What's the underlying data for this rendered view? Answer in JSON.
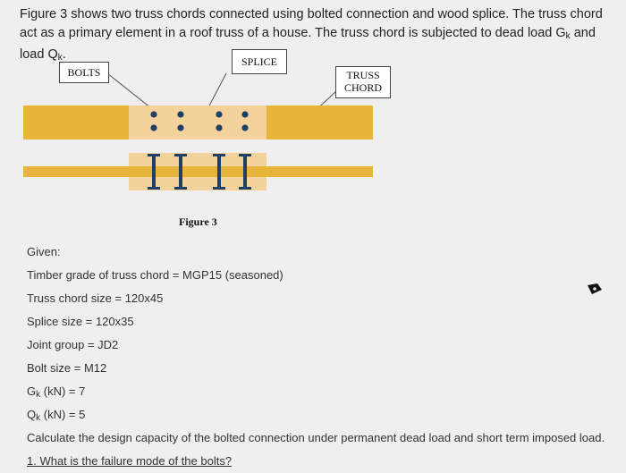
{
  "intro": {
    "text_part1": "Figure 3 shows two truss chords connected using bolted connection and wood splice. The truss chord act as a primary element in a roof truss of a house. The truss chord is subjected to dead load G",
    "sub_k1": "k",
    "text_part2": " and load Q",
    "sub_k2": "k",
    "text_part3": "."
  },
  "figure": {
    "labels": {
      "splice": "SPLICE",
      "bolts": "BOLTS",
      "truss_chord": "TRUSS\nCHORD"
    },
    "caption": "Figure 3",
    "colors": {
      "chord": "#e8b43a",
      "splice": "#f4d29c",
      "bolt": "#1f3f66"
    }
  },
  "given": {
    "heading": "Given:",
    "items": [
      "Timber grade of truss chord = MGP15 (seasoned)",
      "Truss chord size = 120x45",
      "Splice size = 120x35",
      "Joint group = JD2",
      "Bolt size = M12"
    ],
    "load_G": {
      "prefix": "G",
      "sub": "k",
      "suffix": " (kN) = 7"
    },
    "load_Q": {
      "prefix": "Q",
      "sub": "k",
      "suffix": " (kN) = 5"
    },
    "task": "Calculate the design capacity of the bolted connection under permanent dead load and short term imposed load.",
    "question": "1. What is the failure mode of the bolts?"
  }
}
